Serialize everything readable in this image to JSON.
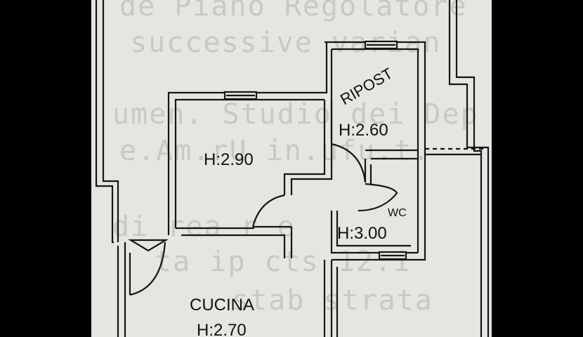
{
  "background_text": [
    "de Piano Regolatore",
    "successive varian",
    "umen. Studio dei Dep",
    "e.Am.rU in.ufu.t.",
    "di rea r e",
    "ta ip cts 12.1",
    "stab strata"
  ],
  "rooms": {
    "room1": {
      "height": "H:2.90"
    },
    "ripost": {
      "name": "RIPOST",
      "height": "H:2.60"
    },
    "wc": {
      "name": "WC",
      "height": "H:3.00"
    },
    "cucina": {
      "name": "CUCINA",
      "height": "H:2.70"
    }
  }
}
